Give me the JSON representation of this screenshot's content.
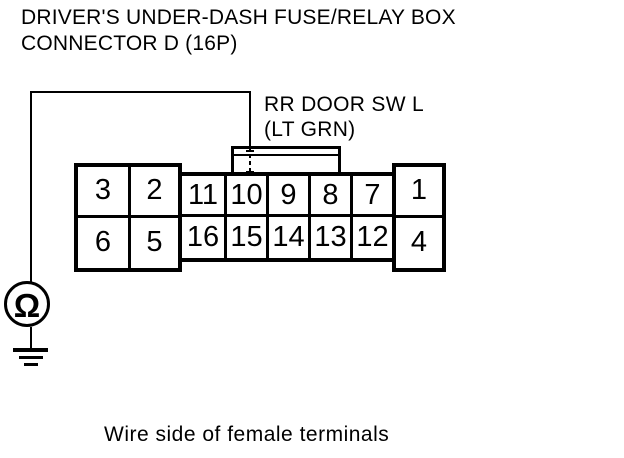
{
  "title": {
    "line1": "DRIVER'S UNDER-DASH FUSE/RELAY BOX",
    "line2": "CONNECTOR D (16P)"
  },
  "wire_label": {
    "line1": "RR DOOR SW L",
    "line2": "(LT GRN)"
  },
  "caption": "Wire side of female terminals",
  "meter": {
    "symbol": "Ω"
  },
  "connector": {
    "blocks": [
      {
        "id": "left",
        "pins_top": [
          "3",
          "2"
        ],
        "pins_bottom": [
          "6",
          "5"
        ]
      },
      {
        "id": "middle",
        "pins_top": [
          "11",
          "10",
          "9",
          "8",
          "7"
        ],
        "pins_bottom": [
          "16",
          "15",
          "14",
          "13",
          "12"
        ]
      },
      {
        "id": "right",
        "pins_top": [
          "1"
        ],
        "pins_bottom": [
          "4"
        ]
      }
    ],
    "probed_pin": "10"
  },
  "colors": {
    "line": "#000000",
    "background": "#ffffff"
  }
}
